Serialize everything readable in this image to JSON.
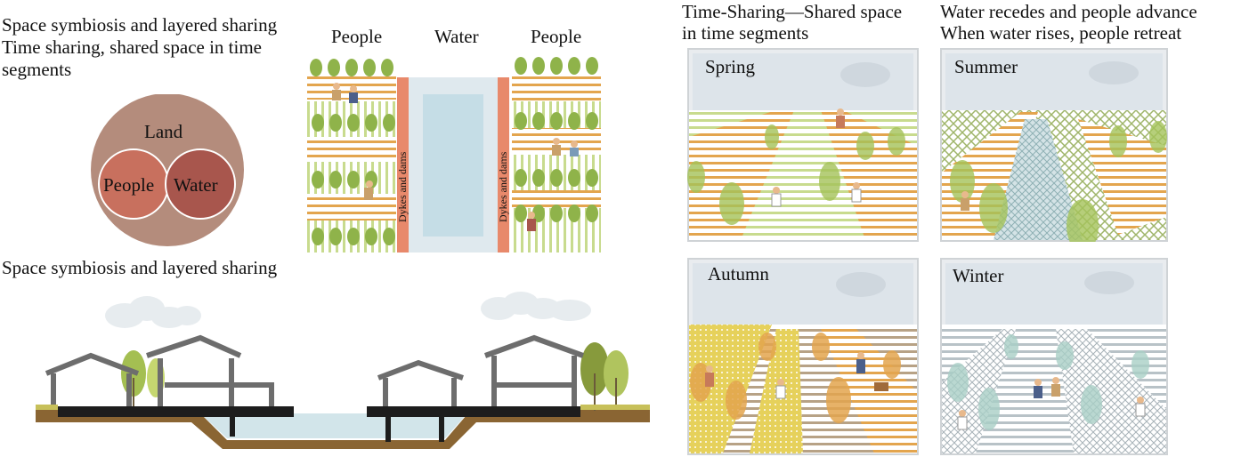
{
  "left": {
    "title_line1": "Space symbiosis and layered sharing",
    "title_line2": "Time sharing, shared space in time",
    "title_line3": "segments",
    "venn": {
      "outer": "Land",
      "left": "People",
      "right": "Water"
    },
    "plan": {
      "col_left": "People",
      "col_mid": "Water",
      "col_right": "People",
      "dyke_label": "Dykes and dams"
    },
    "section_title": "Space symbiosis and layered sharing"
  },
  "right": {
    "title_a_line1": "Time-Sharing—Shared space",
    "title_a_line2": "in time segments",
    "title_b_line1": "Water recedes and people advance",
    "title_b_line2": "When water rises, people retreat",
    "seasons": [
      "Spring",
      "Summer",
      "Autumn",
      "Winter"
    ]
  },
  "colors": {
    "land": "#b48c7c",
    "people": "#c8705e",
    "water": "#a8564d",
    "dyke": "#e8896b",
    "river": "#c5dde6",
    "stripe_orange": "#e3a54e",
    "stripe_green": "#c8db8e",
    "tree_green": "#8fb34a",
    "house": "#6d6d6d"
  }
}
